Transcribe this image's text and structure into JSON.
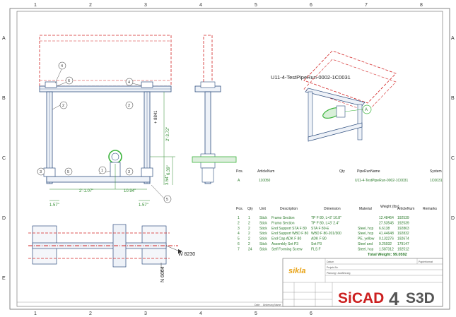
{
  "frame": {
    "columns": [
      "1",
      "2",
      "3",
      "4",
      "5",
      "6",
      "7",
      "8"
    ],
    "rows": [
      "A",
      "B",
      "C",
      "D",
      "E"
    ]
  },
  "drawing": {
    "iso_title": "U11-4-TestPipeRun-0002-1C0031",
    "callouts": [
      "1",
      "2",
      "3",
      "4",
      "5",
      "6"
    ],
    "iso_callout": "A",
    "dims": {
      "height_right": "2'-3.72\"",
      "height_mid": "6.39\"",
      "height_small": "3.54\"",
      "width_left": "2'-1.07\"",
      "width_right": "10.94\"",
      "edge_left": "1.57\"",
      "edge_right": "1.57\"",
      "elevation_label": "+ 8841",
      "west_coord": "W 8230",
      "north_coord": "N 6664"
    }
  },
  "pipe_table": {
    "headers": [
      "Pos.",
      "ArticleNum",
      "Qty",
      "PipeRunName",
      "System"
    ],
    "rows": [
      [
        "A",
        "110050",
        "",
        "U11-4-TestPipeRun-0002-1C0031",
        "1C0031"
      ]
    ]
  },
  "parts_table": {
    "headers": [
      "Pos.",
      "Qty",
      "Unit",
      "Description",
      "Dimension",
      "Material",
      "Weight (lbs)",
      "ArticleNum",
      "Remarks"
    ],
    "rows": [
      [
        "1",
        "1",
        "Stick",
        "Framo Section",
        "TP F 80, L=2' 10.8\"",
        "",
        "12.48464",
        "192539",
        ""
      ],
      [
        "2",
        "2",
        "Stick",
        "Framo Section",
        "TP F 80, L=3' 2.4\"",
        "",
        "27.53545",
        "192539",
        ""
      ],
      [
        "3",
        "2",
        "Stick",
        "End Support STA F 80",
        "STA F 80-E",
        "Steel, hcp",
        "6.6138",
        "192863",
        ""
      ],
      [
        "4",
        "2",
        "Stick",
        "End Support WBD F 80",
        "WBD F 80-201/300",
        "Steel, hcp",
        "41.44648",
        "192832",
        ""
      ],
      [
        "5",
        "2",
        "Stick",
        "End Cap ADK F 80",
        "ADK F 80",
        "PE, yellow",
        "0.132276",
        "192674",
        ""
      ],
      [
        "6",
        "2",
        "Stick",
        "Assembly Set P3",
        "Set P3",
        "Steel and",
        "9.25932",
        "179147",
        ""
      ],
      [
        "7",
        "24",
        "Stick",
        "Self Forming Screw",
        "FLS F",
        "Steel, hcp",
        "1.587312",
        "192512",
        ""
      ]
    ],
    "total": "Total Weight: 99.0592"
  },
  "title_block": {
    "logo": "sikla",
    "product_a": "SiCAD",
    "product_num": "4",
    "product_b": "S3D",
    "fields": [
      "Datum",
      "Projekt-Nr.",
      "Planung / Ausführung",
      "Papierformat"
    ],
    "bottom_labels": [
      "Date",
      "Änderung",
      "Name"
    ]
  },
  "colors": {
    "frame": "#666666",
    "steel": "#2f4f7f",
    "hidden": "#d22222",
    "dim": "#2e8b2e",
    "highlight": "#3cb43c",
    "logo": "#e8a317",
    "brand_red": "#cc1f1f",
    "brand_grey": "#555555"
  }
}
